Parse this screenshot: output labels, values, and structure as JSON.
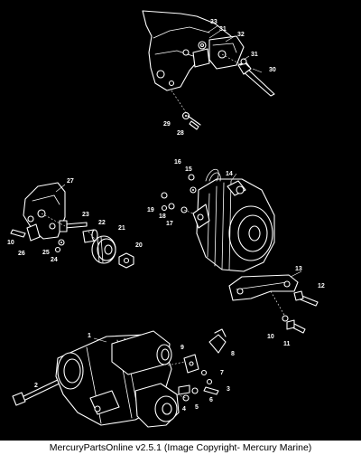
{
  "callouts": {
    "c1": "1",
    "c2": "2",
    "c3": "3",
    "c4": "4",
    "c5": "5",
    "c6": "6",
    "c7": "7",
    "c8": "8",
    "c9": "9",
    "c10a": "10",
    "c10b": "10",
    "c11": "11",
    "c12": "12",
    "c13": "13",
    "c14": "14",
    "c15": "15",
    "c16": "16",
    "c17": "17",
    "c18": "18",
    "c19": "19",
    "c20": "20",
    "c21": "21",
    "c22": "22",
    "c23": "23",
    "c24": "24",
    "c25": "25",
    "c26": "26",
    "c27": "27",
    "c28": "28",
    "c29": "29",
    "c30": "30",
    "c31a": "31",
    "c31b": "31",
    "c32": "32",
    "c33": "33"
  },
  "footer": {
    "text": "MercuryPartsOnline v2.5.1 (Image Copyright- Mercury Marine)"
  },
  "colors": {
    "background": "#000000",
    "linework": "#ffffff",
    "footer_background": "#ffffff",
    "footer_text": "#000000"
  }
}
